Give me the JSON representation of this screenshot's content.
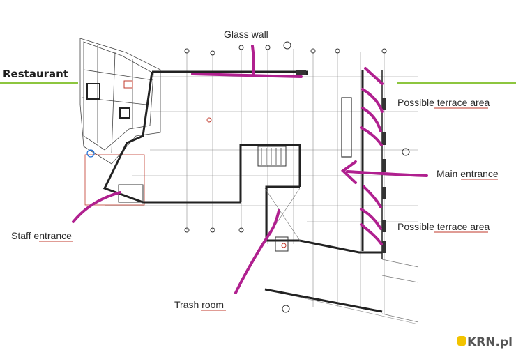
{
  "title": "Restaurant",
  "watermark": "KRN.pl",
  "colors": {
    "accent_line": "#8dc63f",
    "arrow": "#b0208f",
    "wall": "#222222"
  },
  "labels": {
    "glass_wall": "Glass wall",
    "terrace_1": "Possible terrace area",
    "main_entrance": "Main entrance",
    "terrace_2": "Possible terrace area",
    "staff_entrance": "Staff entrance",
    "trash_room": "Trash room"
  }
}
